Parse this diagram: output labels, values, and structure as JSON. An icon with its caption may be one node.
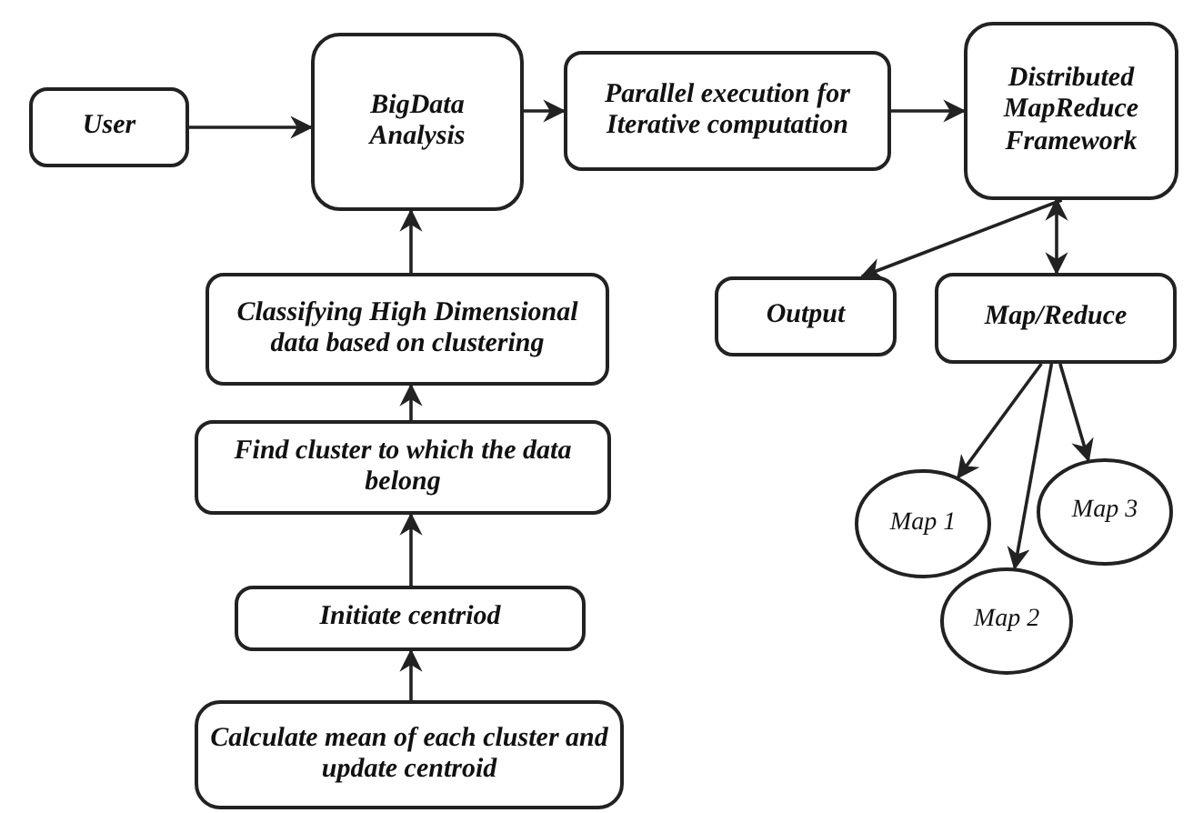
{
  "diagram": {
    "nodes": [
      {
        "text": [
          "User"
        ]
      },
      {
        "text": [
          "BigData Analysis"
        ]
      },
      {
        "text": [
          "Parallel execution for Iterative computation"
        ]
      },
      {
        "text": [
          "Distributed MapReduce Framework"
        ]
      },
      {
        "text": [
          "Output"
        ]
      },
      {
        "text": [
          "Map/Reduce"
        ]
      },
      {
        "text": [
          "Classifying High Dimensional data based on clustering"
        ]
      },
      {
        "text": [
          "Find cluster to which the data belong"
        ]
      },
      {
        "text": [
          "Initiate centriod"
        ]
      },
      {
        "text": [
          "Calculate mean of each cluster and update centroid"
        ]
      },
      {
        "text": [
          "Map 1"
        ]
      },
      {
        "text": [
          "Map 2"
        ]
      },
      {
        "text": [
          "Map 3"
        ]
      }
    ],
    "edges": [
      {
        "from": 0,
        "to": 1,
        "arrow": "to"
      },
      {
        "from": 1,
        "to": 2,
        "arrow": "to"
      },
      {
        "from": 2,
        "to": 3,
        "arrow": "to"
      },
      {
        "from": 3,
        "to": 4,
        "arrow": "to"
      },
      {
        "from": 3,
        "to": 5,
        "arrow": "both"
      },
      {
        "from": 5,
        "to": 10,
        "arrow": "to"
      },
      {
        "from": 5,
        "to": 11,
        "arrow": "to"
      },
      {
        "from": 5,
        "to": 12,
        "arrow": "to"
      },
      {
        "from": 6,
        "to": 1,
        "arrow": "to"
      },
      {
        "from": 7,
        "to": 6,
        "arrow": "to"
      },
      {
        "from": 8,
        "to": 7,
        "arrow": "to"
      },
      {
        "from": 9,
        "to": 8,
        "arrow": "to"
      }
    ]
  }
}
